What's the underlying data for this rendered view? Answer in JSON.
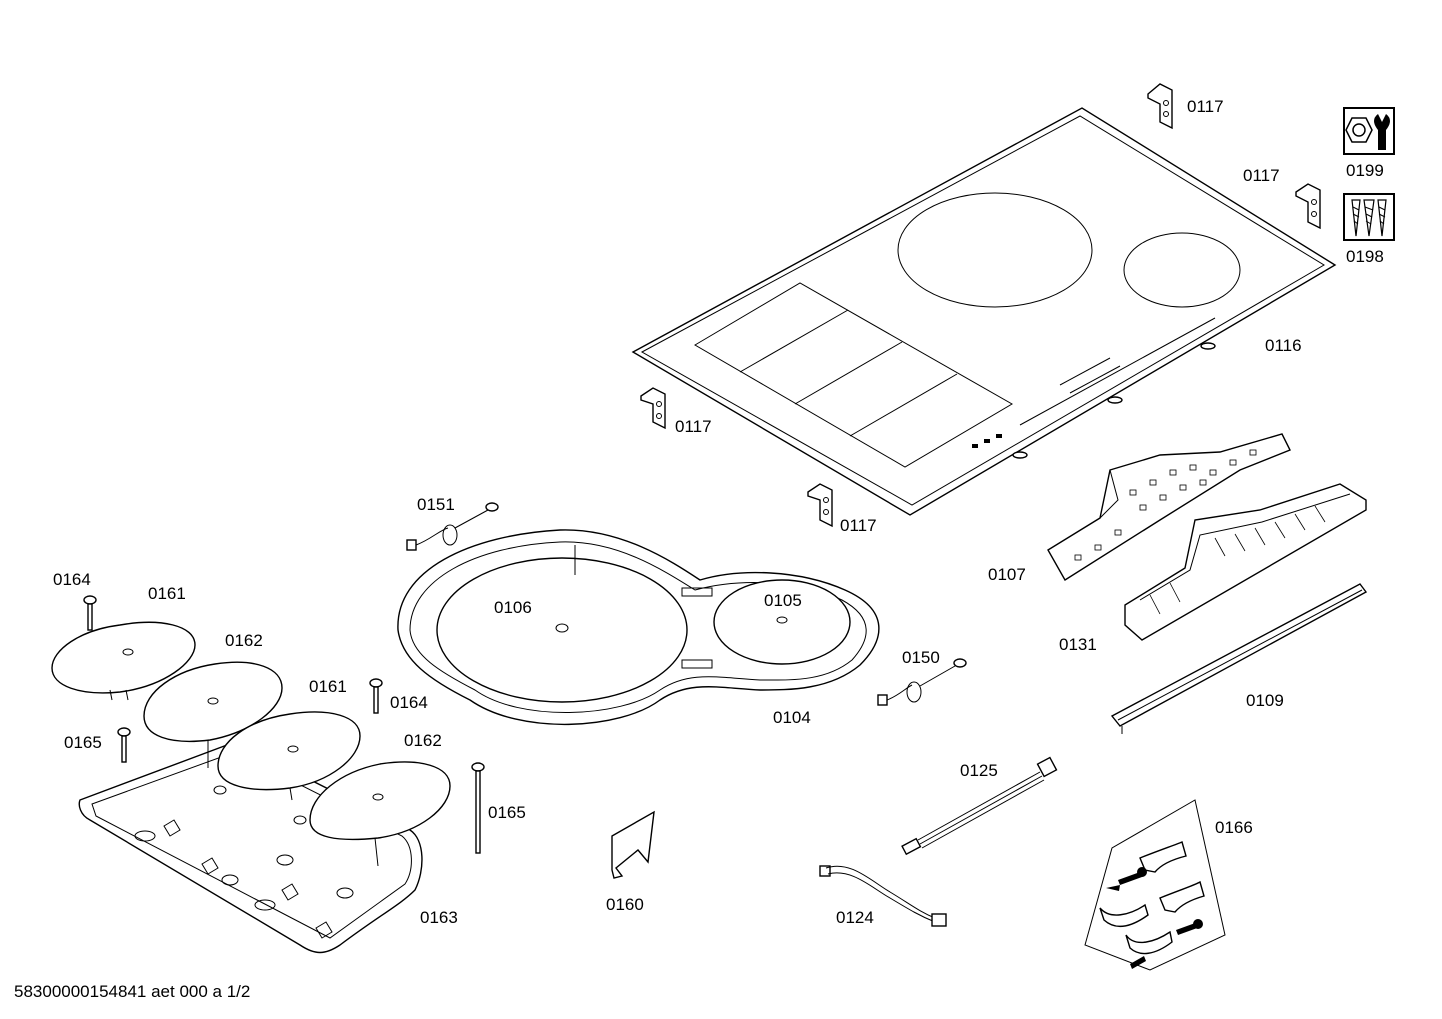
{
  "document_number": "58300000154841 aet 000 a 1/2",
  "labels": {
    "p0117_a": "0117",
    "p0117_b": "0117",
    "p0117_c": "0117",
    "p0117_d": "0117",
    "p0199": "0199",
    "p0198": "0198",
    "p0116": "0116",
    "p0107": "0107",
    "p0131": "0131",
    "p0109": "0109",
    "p0151": "0151",
    "p0106": "0106",
    "p0105": "0105",
    "p0104": "0104",
    "p0150": "0150",
    "p0164_a": "0164",
    "p0161_a": "0161",
    "p0162_a": "0162",
    "p0161_b": "0161",
    "p0164_b": "0164",
    "p0165_a": "0165",
    "p0162_b": "0162",
    "p0165_b": "0165",
    "p0163": "0163",
    "p0160": "0160",
    "p0125": "0125",
    "p0124": "0124",
    "p0166": "0166"
  },
  "icons": {
    "service_tool": "wrench-nut-icon",
    "screw_set": "screws-icon"
  }
}
